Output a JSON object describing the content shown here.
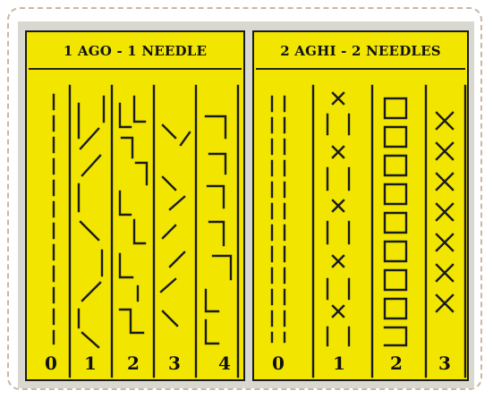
{
  "left_panel": {
    "title": "1 AGO - 1 NEEDLE",
    "columns": [
      "0",
      "1",
      "2",
      "3",
      "4"
    ]
  },
  "right_panel": {
    "title": "2 AGHI - 2 NEEDLES",
    "columns": [
      "0",
      "1",
      "2",
      "3"
    ]
  },
  "colors": {
    "panel": "#f2e600",
    "ink": "#1a1a1a",
    "frame": "#c8b6a6"
  }
}
